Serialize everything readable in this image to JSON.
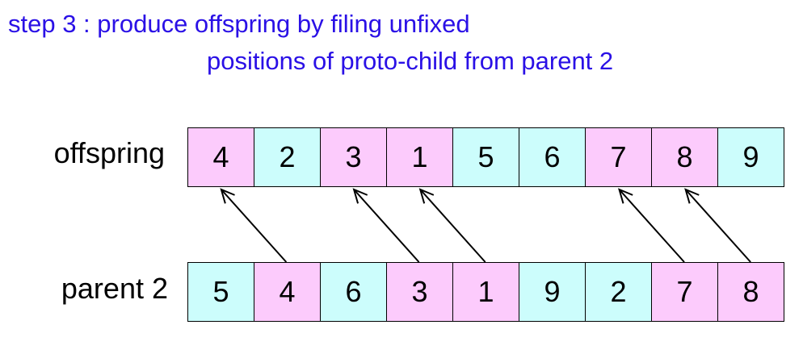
{
  "title": {
    "line1": "step 3 : produce offspring by filing unfixed",
    "line2": "positions of proto-child from parent 2"
  },
  "colors": {
    "pink": "#fccbfc",
    "cyan": "#ccfdfc",
    "title": "#2a10e6"
  },
  "offspring": {
    "label": "offspring",
    "cells": [
      {
        "value": "4",
        "color": "pink"
      },
      {
        "value": "2",
        "color": "cyan"
      },
      {
        "value": "3",
        "color": "pink"
      },
      {
        "value": "1",
        "color": "pink"
      },
      {
        "value": "5",
        "color": "cyan"
      },
      {
        "value": "6",
        "color": "cyan"
      },
      {
        "value": "7",
        "color": "pink"
      },
      {
        "value": "8",
        "color": "pink"
      },
      {
        "value": "9",
        "color": "cyan"
      }
    ]
  },
  "parent2": {
    "label": "parent 2",
    "cells": [
      {
        "value": "5",
        "color": "cyan"
      },
      {
        "value": "4",
        "color": "pink"
      },
      {
        "value": "6",
        "color": "cyan"
      },
      {
        "value": "3",
        "color": "pink"
      },
      {
        "value": "1",
        "color": "pink"
      },
      {
        "value": "9",
        "color": "cyan"
      },
      {
        "value": "2",
        "color": "cyan"
      },
      {
        "value": "7",
        "color": "pink"
      },
      {
        "value": "8",
        "color": "pink"
      }
    ]
  },
  "arrows": [
    {
      "from_parent_index": 1,
      "to_offspring_index": 0
    },
    {
      "from_parent_index": 3,
      "to_offspring_index": 2
    },
    {
      "from_parent_index": 4,
      "to_offspring_index": 3
    },
    {
      "from_parent_index": 7,
      "to_offspring_index": 6
    },
    {
      "from_parent_index": 8,
      "to_offspring_index": 7
    }
  ]
}
